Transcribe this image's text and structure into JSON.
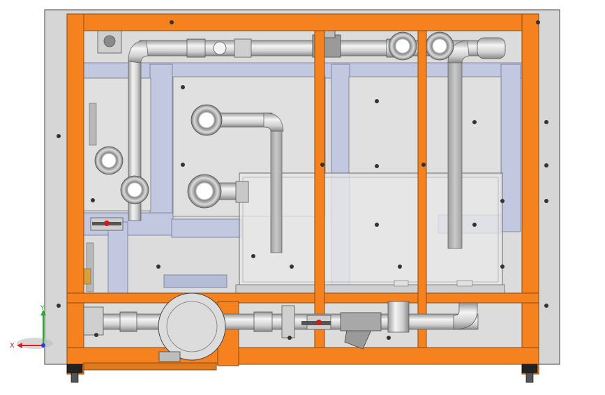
{
  "viewport": {
    "background": "#ffffff",
    "triad": {
      "x_label": "X",
      "y_label": "Y"
    }
  },
  "colors": {
    "frame_orange": "#f5821f",
    "frame_edge": "#8a4a10",
    "panel": "#d9d9d9",
    "panel_edge": "#555555",
    "duct_blue": "#c2c8e0",
    "duct_edge": "#7f86a8",
    "pipe_light": "#e8e8e8",
    "pipe_mid": "#bdbdbd",
    "pipe_dark": "#8c8c8c",
    "tank_glass": "#e6e6e6",
    "valve_red": "#c81e1e",
    "valve_green": "#3fa53f",
    "axis_x": "#e02020",
    "axis_y": "#20b020",
    "axis_z": "#2040e0"
  },
  "components": [
    "outer-cabinet",
    "orange-frame",
    "rear-panel",
    "air-ducts",
    "water-tank",
    "top-manifold-pipe",
    "vertical-pipes",
    "bottom-pipe-line",
    "pump",
    "ball-valves",
    "y-strainer",
    "flanges",
    "leveling-feet",
    "bolts"
  ]
}
